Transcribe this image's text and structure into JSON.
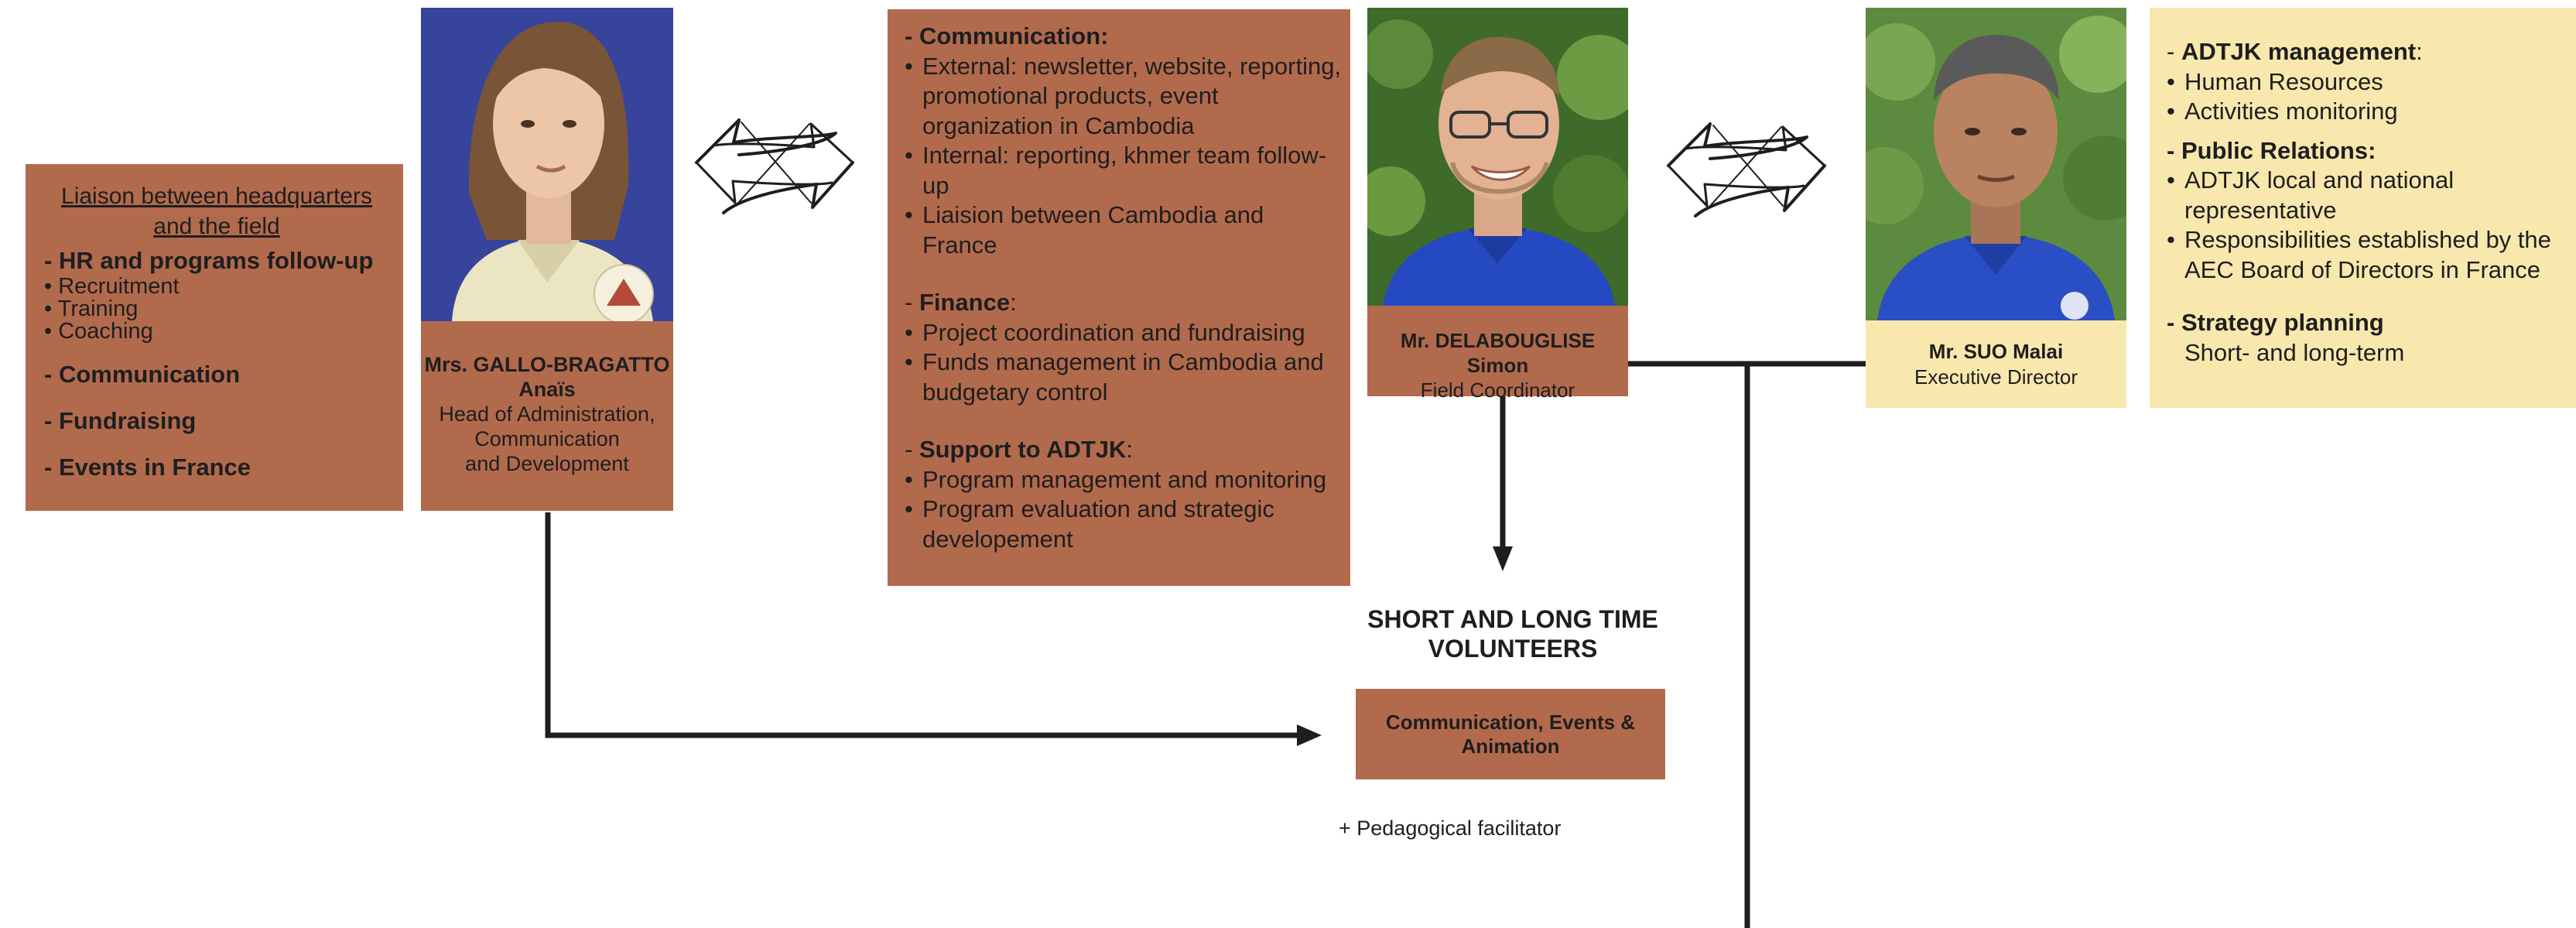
{
  "liaison": {
    "heading": "Liaison between headquarters and the field",
    "hr_title": "HR and programs follow-up",
    "hr_items": [
      "Recruitment",
      "Training",
      "Coaching"
    ],
    "communication": "Communication",
    "fundraising": "Fundraising",
    "events": "Events in France"
  },
  "people": {
    "anais": {
      "name_line1": "Mrs. GALLO-BRAGATTO",
      "name_line2": "Anaïs",
      "role_line1": "Head of Administration,",
      "role_line2": "Communication",
      "role_line3": "and Development"
    },
    "simon": {
      "name": "Mr. DELABOUGLISE Simon",
      "role": "Field Coordinator"
    },
    "malai": {
      "name": "Mr. SUO Malai",
      "role": "Executive Director"
    }
  },
  "communication_box": {
    "communication": {
      "title": "Communication:",
      "items": [
        "External: newsletter, website, reporting, promotional products, event organization in Cambodia",
        "Internal: reporting, khmer team follow-up",
        "Liaision between Cambodia and France"
      ]
    },
    "finance": {
      "title": "Finance",
      "title_suffix": ":",
      "items": [
        "Project coordination and fundraising",
        "Funds management in Cambodia and budgetary control"
      ]
    },
    "support": {
      "title": "Support to ADTJK",
      "title_suffix": ":",
      "items": [
        "Program management and monitoring",
        "Program evaluation and strategic developement"
      ]
    }
  },
  "management_box": {
    "adtjk": {
      "title": "ADTJK management",
      "title_suffix": ":",
      "items": [
        "Human Resources",
        "Activities monitoring"
      ]
    },
    "public_relations": {
      "title": "Public Relations:",
      "items": [
        "ADTJK local and national representative",
        "Responsibilities established by the AEC Board of Directors in France"
      ]
    },
    "strategy": {
      "title": "Strategy planning",
      "line": "Short- and long-term"
    }
  },
  "volunteers": {
    "title_line1": "SHORT AND LONG TIME",
    "title_line2": "VOLUNTEERS",
    "box_line1": "Communication, Events &",
    "box_line2": "Animation",
    "facilitator": "+  Pedagogical facilitator"
  },
  "colors": {
    "brown": "#b26a4d",
    "cream": "#f8e8ae",
    "line": "#1e1e1e"
  },
  "icons": [
    "bidirectional-arrow-icon",
    "bidirectional-arrow-icon"
  ]
}
